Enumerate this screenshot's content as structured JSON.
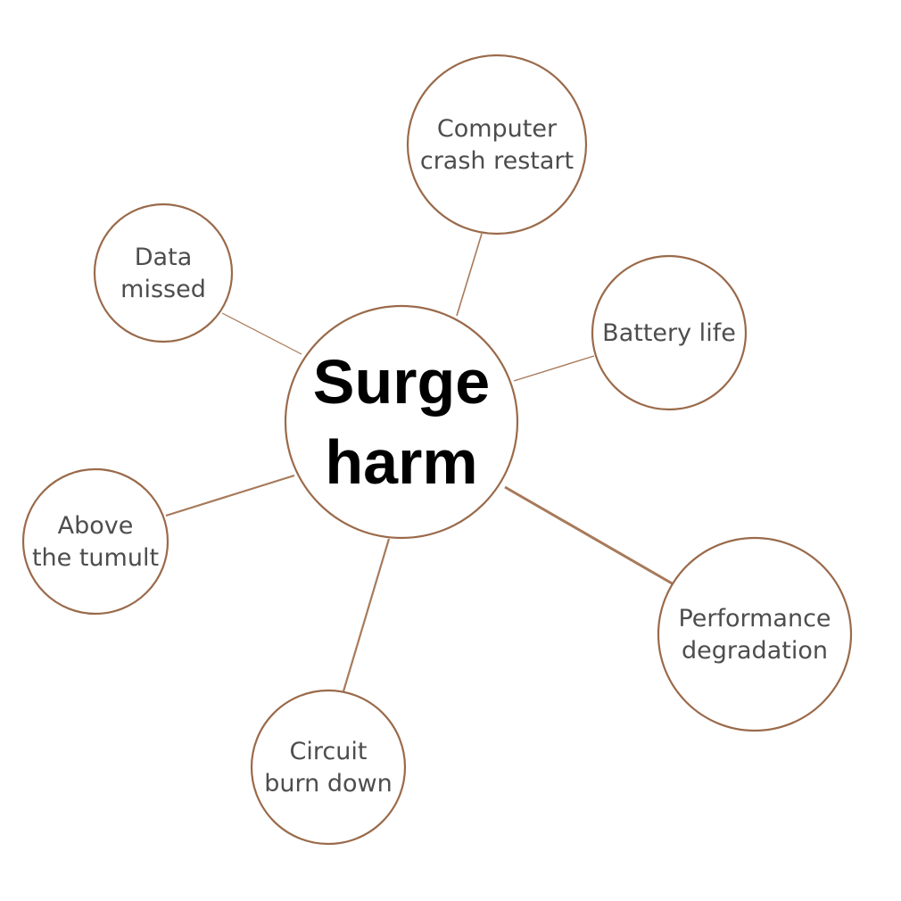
{
  "diagram": {
    "center": {
      "lines": [
        "Surge",
        "harm"
      ]
    },
    "nodes": [
      {
        "id": "computer-crash-restart",
        "lines": [
          "Computer",
          "crash restart"
        ]
      },
      {
        "id": "battery-life",
        "lines": [
          "Battery life"
        ]
      },
      {
        "id": "performance-degradation",
        "lines": [
          "Performance",
          "degradation"
        ]
      },
      {
        "id": "circuit-burn-down",
        "lines": [
          "Circuit",
          "burn down"
        ]
      },
      {
        "id": "above-the-tumult",
        "lines": [
          "Above",
          "the tumult"
        ]
      },
      {
        "id": "data-missed",
        "lines": [
          "Data",
          "missed"
        ]
      }
    ],
    "colors": {
      "stroke": "#9a6a4a",
      "connector": "#a77a5a",
      "text": "#4d4d4d",
      "center_text": "#000000",
      "background": "#ffffff"
    }
  }
}
